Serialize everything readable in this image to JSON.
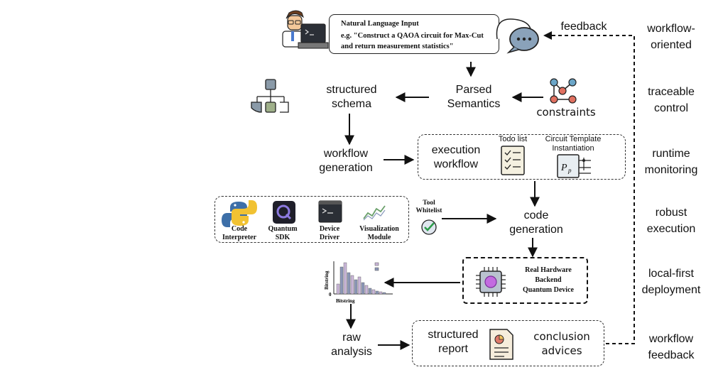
{
  "layers": [
    {
      "title": "Natural Language Interaction",
      "right": "workflow-\noriented",
      "color": "#e9e9f1"
    },
    {
      "title": "Task Understanding\nand Planning",
      "right": "traceable\ncontrol",
      "color": "#dcc9e0"
    },
    {
      "title": "Workflow Construction\nand Execution Control",
      "right": "runtime\nmonitoring",
      "color": "#dde9ea"
    },
    {
      "title": "Tool Scheduling and\nBackend Invocation",
      "right": "robust\nexecution",
      "color": "#e8e9ee"
    },
    {
      "title": "Hardware / Simulation\nInterface",
      "right": "local-first\ndeployment",
      "color": "#bccfe0"
    },
    {
      "title": "Data Analysis and\nStructured report",
      "right": "workflow\nfeedback",
      "color": "#eaeaf1"
    }
  ],
  "nl_box": {
    "heading": "Natural Language Input",
    "body": "e.g. \"Construct a QAOA circuit for Max-Cut\nand return measurement statistics\""
  },
  "feedback_label": "feedback",
  "planning": {
    "structured_schema": "structured\nschema",
    "parsed_semantics": "Parsed\nSemantics",
    "constraints": "constraints"
  },
  "workflow": {
    "generation": "workflow\ngeneration",
    "execution_workflow": "execution\nworkflow",
    "todo_list": "Todo list",
    "circuit_template": "Circuit Template\nInstantiation",
    "template_symbol": "P",
    "template_sub": "p"
  },
  "tools": {
    "items": [
      {
        "label": "Code\nInterpreter",
        "icon": "python-icon"
      },
      {
        "label": "Quantum\nSDK",
        "icon": "quantum-sdk-icon"
      },
      {
        "label": "Device\nDriver",
        "icon": "terminal-icon"
      },
      {
        "label": "Visualization\nModule",
        "icon": "chart-line-icon"
      }
    ],
    "whitelist": "Tool\nWhitelist",
    "code_generation": "code\ngeneration"
  },
  "hardware": {
    "backend": "Real Hardware\nBackend\nQuantum Device",
    "hist_xlabel": "Bitstring",
    "hist_ylabel": "Bitstring",
    "hist_zero": "0"
  },
  "analysis": {
    "raw": "raw\nanalysis",
    "structured_report": "structured\nreport",
    "conclusion": "conclusion\nadvices"
  }
}
